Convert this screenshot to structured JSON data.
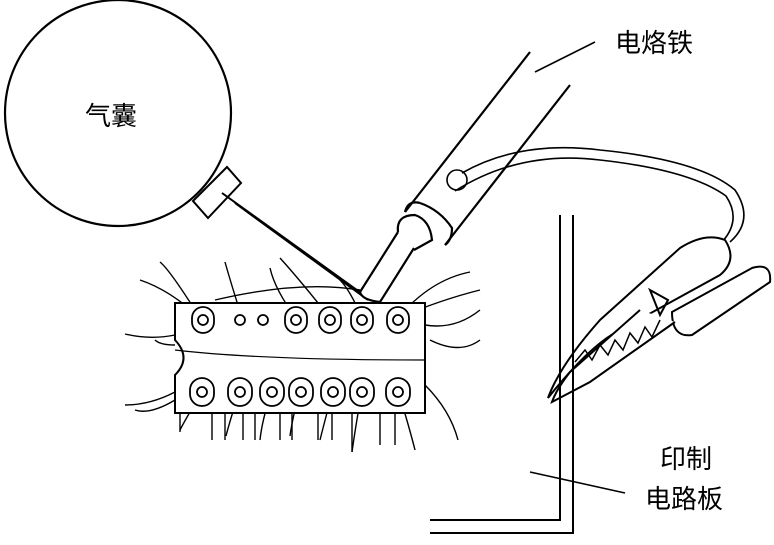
{
  "labels": {
    "balloon": "气囊",
    "iron": "电烙铁",
    "pcb_line1": "印制",
    "pcb_line2": "电路板"
  },
  "colors": {
    "stroke": "#000000",
    "background": "#ffffff"
  }
}
